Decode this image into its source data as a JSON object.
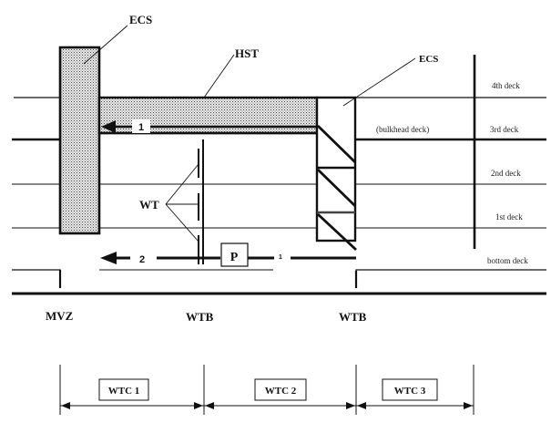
{
  "diagram": {
    "labels": {
      "ecs_left": "ECS",
      "hst": "HST",
      "ecs_right": "ECS",
      "bulkhead_deck": "(bulkhead deck)",
      "wt": "WT",
      "pump": "P",
      "flow_1_upper": "1",
      "flow_2": "2",
      "flow_1_lower": "1"
    },
    "decks": [
      {
        "label": "4th deck"
      },
      {
        "label": "3rd deck"
      },
      {
        "label": "2nd deck"
      },
      {
        "label": "1st deck"
      },
      {
        "label": "bottom deck"
      }
    ],
    "bulkheads": [
      {
        "label": "MVZ"
      },
      {
        "label": "WTB"
      },
      {
        "label": "WTB"
      }
    ],
    "compartments": [
      {
        "label": "WTC 1"
      },
      {
        "label": "WTC 2"
      },
      {
        "label": "WTC 3"
      }
    ],
    "colors": {
      "line": "#111111",
      "fill_pattern_bg": "#e6e6e6",
      "fill_pattern_dot": "#555555"
    }
  }
}
